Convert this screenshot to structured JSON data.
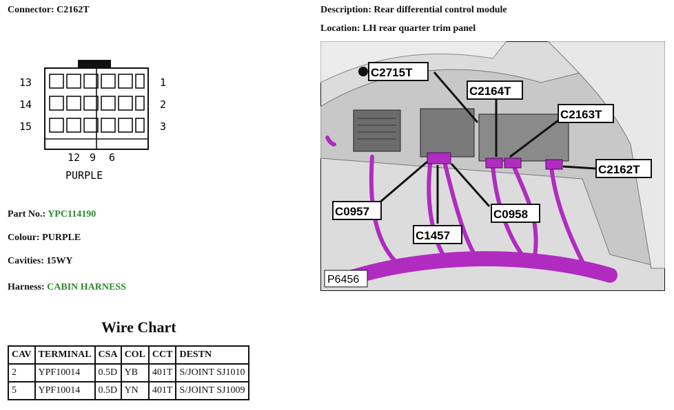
{
  "connector": {
    "label": "Connector:",
    "value": "C2162T"
  },
  "description": {
    "label": "Description:",
    "value": "Rear differential control module"
  },
  "location": {
    "label": "Location:",
    "value": "LH rear quarter trim panel"
  },
  "diagram": {
    "pins_left": [
      "13",
      "14",
      "15"
    ],
    "pins_right": [
      "1",
      "2",
      "3"
    ],
    "pins_bottom": [
      "12",
      "9",
      "6"
    ],
    "colour_caption": "PURPLE"
  },
  "part_no": {
    "label": "Part No.:",
    "value": "YPC114190"
  },
  "colour": {
    "label": "Colour:",
    "value": "PURPLE"
  },
  "cavities": {
    "label": "Cavities:",
    "value": "15WY"
  },
  "harness": {
    "label": "Harness:",
    "value": "CABIN HARNESS"
  },
  "photo": {
    "id": "P6456",
    "callouts": [
      "C2715T",
      "C2164T",
      "C2163T",
      "C2162T",
      "C0957",
      "C0958",
      "C1457"
    ]
  },
  "wire_chart": {
    "title": "Wire Chart",
    "headers": [
      "CAV",
      "TERMINAL",
      "CSA",
      "COL",
      "CCT",
      "DESTN"
    ],
    "rows": [
      [
        "2",
        "YPF10014",
        "0.5D",
        "YB",
        "401T",
        "S/JOINT SJ1010"
      ],
      [
        "5",
        "YPF10014",
        "0.5D",
        "YN",
        "401T",
        "S/JOINT SJ1009"
      ]
    ]
  },
  "colors": {
    "green": "#2a8a2a",
    "harness": "#b02cc0"
  }
}
